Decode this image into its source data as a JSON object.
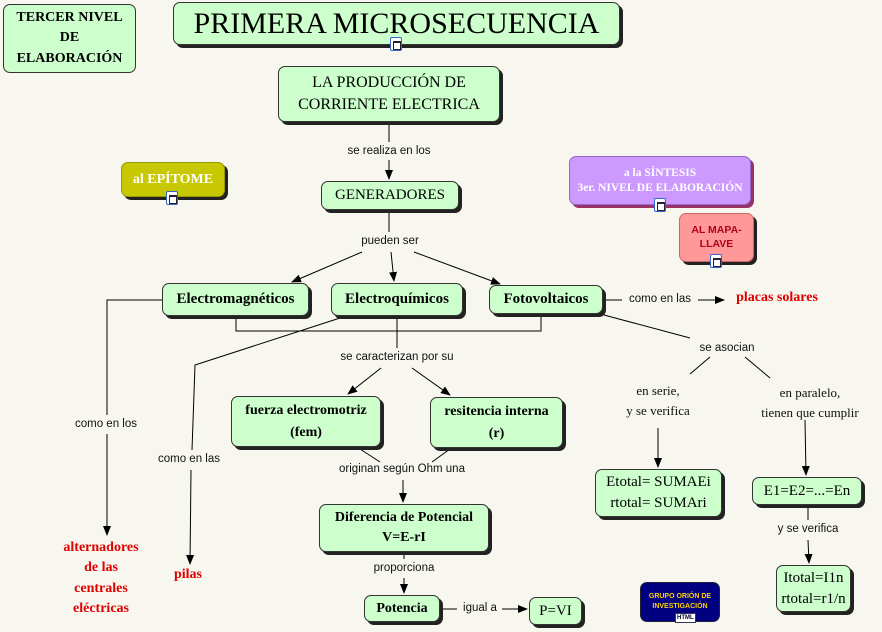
{
  "title": "PRIMERA MICROSECUENCIA",
  "level_box": [
    "TERCER NIVEL",
    "DE",
    "ELABORACIÓN"
  ],
  "nav": {
    "epitome": "al EPÍTOME",
    "sintesis": [
      "a la SÍNTESIS",
      "3er. NIVEL DE ELABORACIÓN"
    ],
    "mapa_llave": [
      "AL MAPA-",
      "LLAVE"
    ],
    "grupo": [
      "GRUPO ORIÓN DE",
      "INVESTIGACIÓN"
    ],
    "grupo_icon": "HTML"
  },
  "colors": {
    "node": "#ccffcc",
    "epitome": "#c8c800",
    "sintesis": "#cc99ff",
    "mapa_llave": "#ff9999",
    "highlight": "#e00000",
    "grupo": "#000080"
  },
  "concepts": {
    "produccion": [
      "LA PRODUCCIÓN DE",
      "CORRIENTE ELECTRICA"
    ],
    "generadores": "GENERADORES",
    "electromagneticos": "Electromagnéticos",
    "electroquimicos": "Electroquímicos",
    "fotovoltaicos": "Fotovoltaicos",
    "placas": "placas solares",
    "alternadores": [
      "alternadores",
      "de las",
      "centrales",
      "eléctricas"
    ],
    "pilas": "pilas",
    "fem": [
      "fuerza electromotriz",
      "(fem)"
    ],
    "resistencia": [
      "resitencia interna",
      "(r)"
    ],
    "diferencia": [
      "Diferencia de Potencial",
      "V=E-rI"
    ],
    "potencia": "Potencia",
    "pvi": "P=VI",
    "serie_box": [
      "Etotal= SUMAEi",
      "rtotal= SUMAri"
    ],
    "paralelo_box": "E1=E2=...=En",
    "paralelo_box2": [
      "Itotal=I1n",
      "rtotal=r1/n"
    ]
  },
  "links": {
    "se_realiza": "se realiza en los",
    "pueden_ser": "pueden ser",
    "como_en_las_placas": "como en las",
    "como_en_los": "como en los",
    "como_en_las_pilas": "como en las",
    "se_caracterizan": "se caracterizan por su",
    "originan": "originan según Ohm una",
    "proporciona": "proporciona",
    "igual_a": "igual a",
    "se_asocian": "se asocian",
    "en_serie": [
      "en serie,",
      "y se verifica"
    ],
    "en_paralelo": [
      "en paralelo,",
      "tienen que cumplir"
    ],
    "y_se_verifica": "y se verifica"
  }
}
